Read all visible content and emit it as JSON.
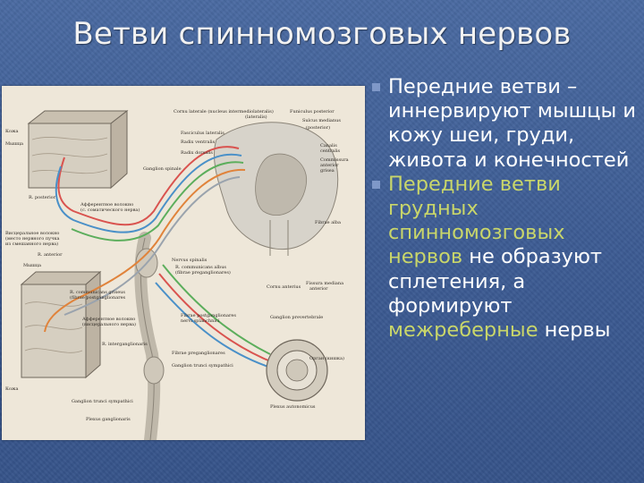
{
  "slide": {
    "title": "Ветви спинномозговых нервов",
    "colors": {
      "background": "#3f5f96",
      "text": "#ffffff",
      "highlight": "#c9d66a",
      "bullet": "#7f98c8"
    }
  },
  "figure": {
    "labels": {
      "kozha_top": "Кожа",
      "myshca_top": "Мышца",
      "r_posterior": "R. posterior",
      "afferent_top": "Афферентное волокно",
      "afferent_top_2": "(с. соматического нерва)",
      "visceral_1": "Висцеральное волокно",
      "visceral_2": "(место нервного пучка",
      "visceral_3": "из смешанного нерва)",
      "r_anterior": "R. anterior",
      "myshca_bottom": "Мышца",
      "r_commun_grisea": "R. communicans griseus",
      "fibrae_post": "(fibrae postganglionares",
      "afferent_bottom": "Афферентное волокно",
      "afferent_bottom_2": "(висцерального нерва)",
      "ganglion_intergang": "R. interganglionaris",
      "kozha_bottom": "Кожа",
      "ganglion_trunci": "Ganglion trunci sympathici",
      "plexus_gang": "Plexus ganglionaris",
      "cornu_laterale": "Cornu laterale (nucleus intermediolateralis)",
      "funiculus_lat": "(lateralis)",
      "funiculus_posterior": "Funiculus posterior",
      "sulcus_medianus": "Sulcus medianus",
      "posterior": "(posterior)",
      "fasciculus_lat": "Fasciculus lateralis",
      "radix_ventralis": "Radix ventralis",
      "radix_dorsalis": "Radix dorsalis",
      "canalis": "Canalis",
      "centralis": "centralis",
      "commissura": "Commissura",
      "anterior": "anterior",
      "grisea": "grisea",
      "ganglion_spinale": "Ganglion spinale",
      "fibrae_alba": "Fibrae alba",
      "nervus_spinalis": "Nervus spinalis",
      "cornu_anterius": "Cornu anterius",
      "fissura_mediana": "Fissura mediana",
      "fissura_anterior": "anterior",
      "r_commun_albus": "R. communicans albus",
      "fibrae_pregang": "(fibrae preganglionares)",
      "fibrae_post_label": "Fibrae postganglionares",
      "nervi_splanch": "nervi splanchnici",
      "organ": "Орган (кишка)",
      "ganglion_pre": "Ganglion prevertebrale",
      "fibrae_pre_label": "Fibrae preganglionares",
      "ganglion_trunci_2": "Ganglion trunci sympathici",
      "plexus_auton": "Plexus autonomicus"
    }
  },
  "bullets": [
    {
      "segments": [
        {
          "text": "Передние ветви – иннервируют мышцы и кожу шеи, груди, живота и конечностей",
          "highlight": false
        }
      ]
    },
    {
      "segments": [
        {
          "text": "Передние ветви грудных спинномозговых нервов",
          "highlight": true
        },
        {
          "text": " не образуют сплетения, а формируют ",
          "highlight": false
        },
        {
          "text": "межреберные",
          "highlight": true
        },
        {
          "text": " нервы",
          "highlight": false
        }
      ]
    }
  ]
}
